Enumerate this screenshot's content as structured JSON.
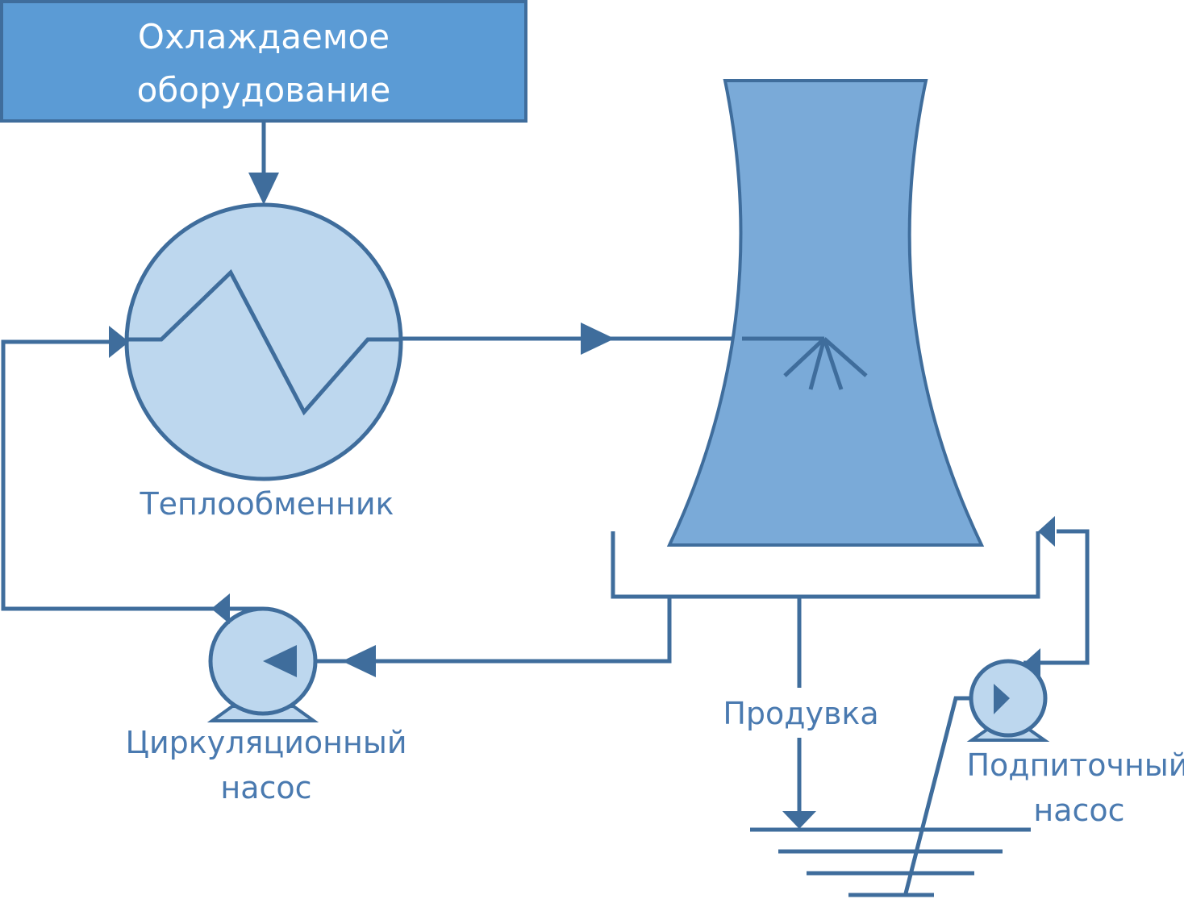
{
  "equipment_box": {
    "line1": "Охлаждаемое",
    "line2": "оборудование"
  },
  "heat_exchanger": {
    "label": "Теплообменник"
  },
  "circulation_pump": {
    "line1": "Циркуляционный",
    "line2": "насос"
  },
  "blowdown": {
    "label": "Продувка"
  },
  "makeup_pump": {
    "line1": "Подпиточный",
    "line2": "насос"
  },
  "colors": {
    "equipment_fill": "#5b9bd5",
    "tower_fill": "#7aaad8",
    "light_fill": "#bdd7ee",
    "stroke": "#3f6d9c",
    "label_text": "#4a7ab0",
    "title_text": "#ffffff"
  }
}
